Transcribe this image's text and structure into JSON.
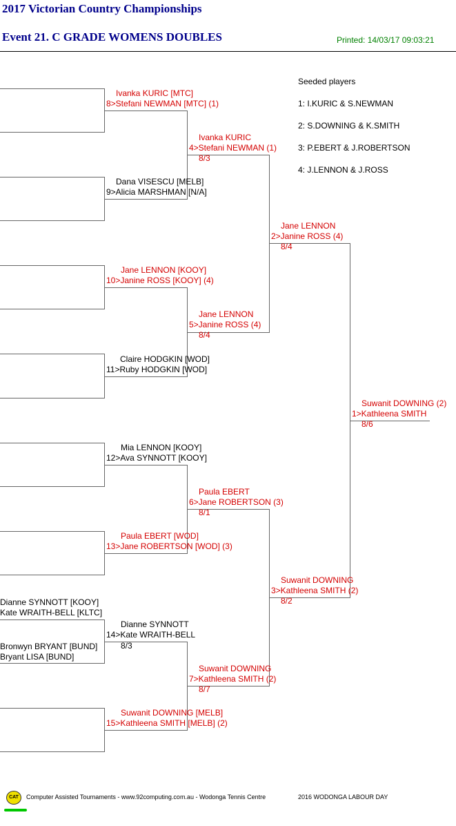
{
  "header": {
    "title": "2017 Victorian Country Championships",
    "event": "Event 21. C GRADE WOMENS DOUBLES",
    "printed": "Printed: 14/03/17 09:03:21"
  },
  "seeds": {
    "title": "Seeded players",
    "items": [
      "1: I.KURIC & S.NEWMAN",
      "2: S.DOWNING & K.SMITH",
      "3: P.EBERT & J.ROBERTSON",
      "4: J.LENNON & J.ROSS"
    ]
  },
  "round0": {
    "m7": [
      "Dianne SYNNOTT [KOOY]",
      "Kate WRAITH-BELL [KLTC]"
    ],
    "m8": [
      "Bronwyn BRYANT [BUND]",
      "Bryant LISA [BUND]"
    ]
  },
  "round1": [
    {
      "a": "Ivanka KURIC [MTC]",
      "b": "8>Stefani NEWMAN [MTC] (1)",
      "score": "",
      "color": "#d40000"
    },
    {
      "a": "Dana VISESCU [MELB]",
      "b": "9>Alicia MARSHMAN [N/A]",
      "score": "",
      "color": "#000000"
    },
    {
      "a": "Jane LENNON [KOOY]",
      "b": "10>Janine ROSS [KOOY] (4)",
      "score": "",
      "color": "#d40000"
    },
    {
      "a": "Claire HODGKIN [WOD]",
      "b": "11>Ruby HODGKIN [WOD]",
      "score": "",
      "color": "#000000"
    },
    {
      "a": "Mia LENNON [KOOY]",
      "b": "12>Ava SYNNOTT [KOOY]",
      "score": "",
      "color": "#000000"
    },
    {
      "a": "Paula EBERT [WOD]",
      "b": "13>Jane ROBERTSON [WOD] (3)",
      "score": "",
      "color": "#d40000"
    },
    {
      "a": "Dianne SYNNOTT",
      "b": "14>Kate WRAITH-BELL",
      "score": "8/3",
      "color": "#000000"
    },
    {
      "a": "Suwanit DOWNING [MELB]",
      "b": "15>Kathleena SMITH [MELB] (2)",
      "score": "",
      "color": "#d40000"
    }
  ],
  "round2": [
    {
      "a": "Ivanka KURIC",
      "b": "4>Stefani NEWMAN (1)",
      "score": "8/3"
    },
    {
      "a": "Jane LENNON",
      "b": "5>Janine ROSS (4)",
      "score": "8/4"
    },
    {
      "a": "Paula EBERT",
      "b": "6>Jane ROBERTSON (3)",
      "score": "8/1"
    },
    {
      "a": "Suwanit DOWNING",
      "b": "7>Kathleena SMITH (2)",
      "score": "8/7"
    }
  ],
  "round3": [
    {
      "a": "Jane LENNON",
      "b": "2>Janine ROSS (4)",
      "score": "8/4"
    },
    {
      "a": "Suwanit DOWNING",
      "b": "3>Kathleena SMITH (2)",
      "score": "8/2"
    }
  ],
  "final": {
    "a": "Suwanit DOWNING (2)",
    "b": "1>Kathleena SMITH",
    "score": "8/6"
  },
  "footer": {
    "logo": "CAT",
    "cat": "Computer Assisted Tournaments - www.92computing.com.au  -  Wodonga Tennis Centre",
    "event": "2016 WODONGA LABOUR DAY"
  },
  "colors": {
    "winner": "#d40000",
    "title": "#00008B",
    "printed": "#008000"
  }
}
